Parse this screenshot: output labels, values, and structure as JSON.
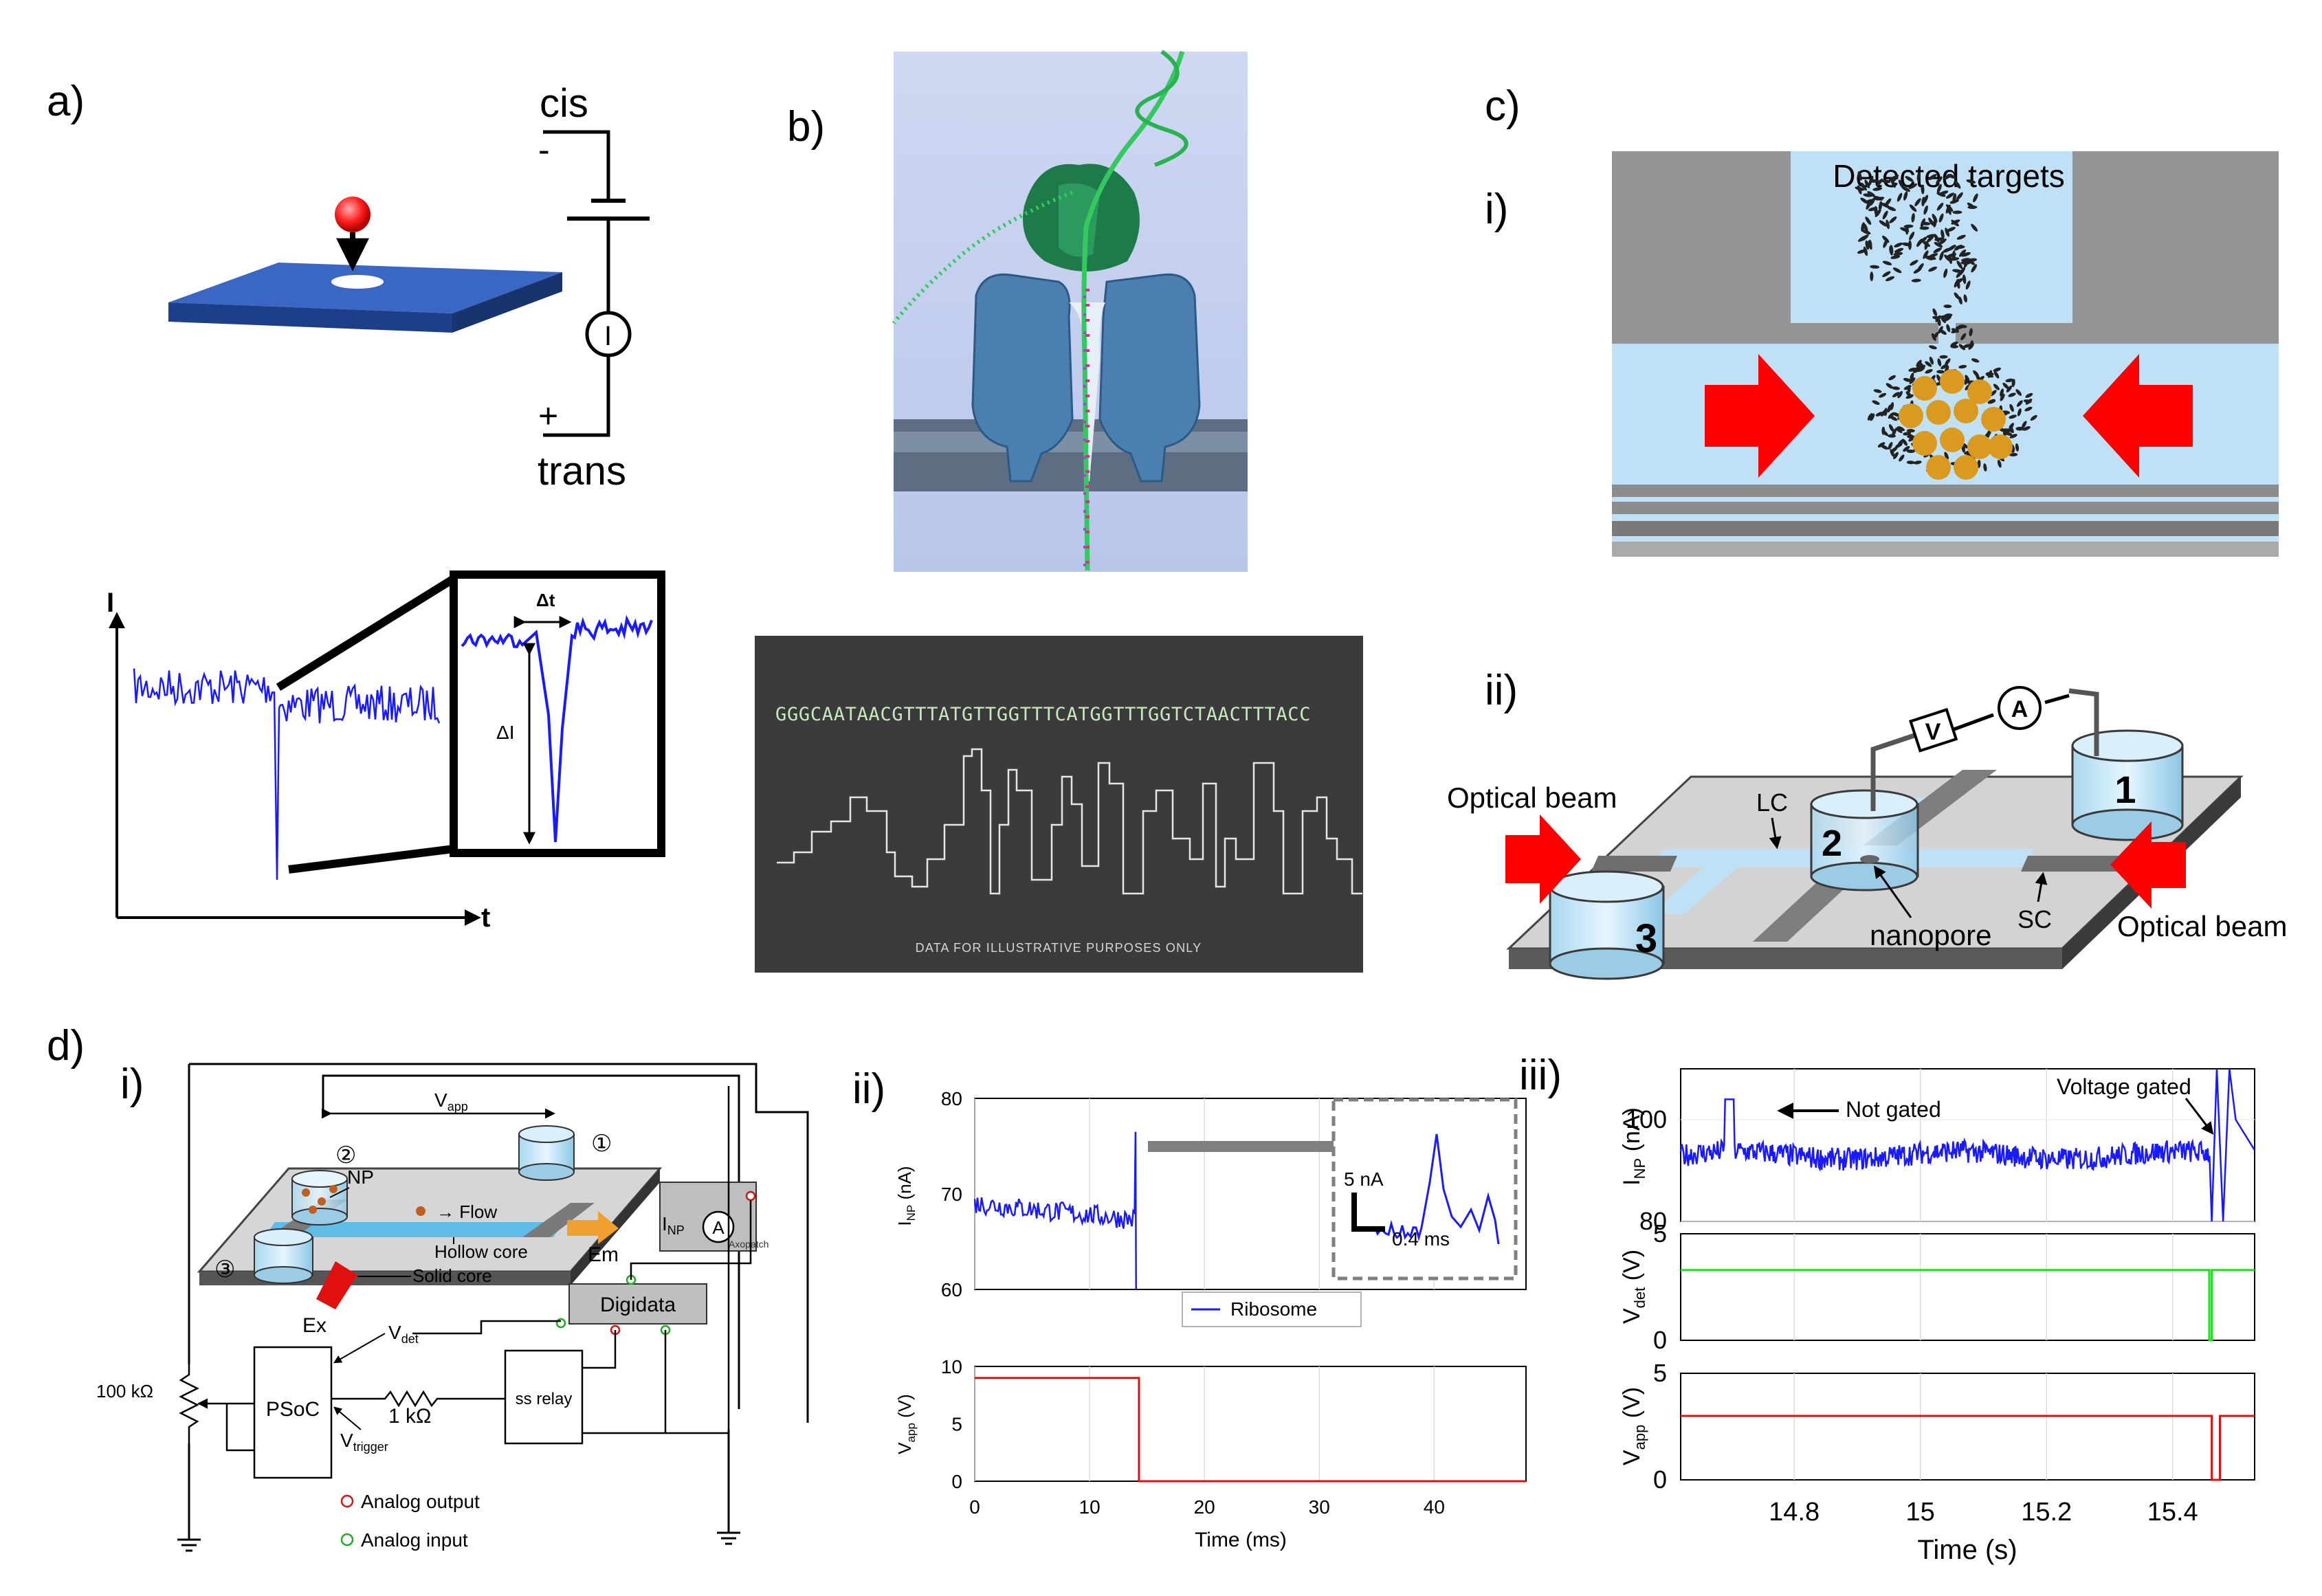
{
  "panel_labels": {
    "a": "a)",
    "b": "b)",
    "c": "c)",
    "c_i": "i)",
    "c_ii": "ii)",
    "d": "d)",
    "d_i": "i)",
    "d_ii": "ii)",
    "d_iii": "iii)"
  },
  "panel_a": {
    "cis": "cis",
    "trans": "trans",
    "minus": "-",
    "plus": "+",
    "meter": "I",
    "axis_y": "I",
    "axis_x": "t",
    "dt": "Δt",
    "di": "ΔI"
  },
  "panel_b": {
    "sequence": "GGGCAATAACGTTTATGTTGGTTTCATGGTTTGGTCTAACTTTACC",
    "disclaimer": "DATA FOR ILLUSTRATIVE PURPOSES ONLY"
  },
  "panel_c": {
    "detected_targets": "Detected targets",
    "optical_beam_left": "Optical beam",
    "optical_beam_right": "Optical beam",
    "lc": "LC",
    "sc": "SC",
    "nanopore": "nanopore",
    "reservoirs": [
      "1",
      "2",
      "3"
    ],
    "voltmeter": "V",
    "ammeter": "A"
  },
  "panel_d_i": {
    "v_app": "V",
    "v_app_sub": "app",
    "np": "NP",
    "flow": "Flow",
    "hollow_core": "Hollow core",
    "solid_core": "Solid core",
    "em": "Em",
    "ex": "Ex",
    "inp": "I",
    "inp_sub": "NP",
    "amp": "A",
    "axopatch": "Axopatch",
    "digidata": "Digidata",
    "vdet": "V",
    "vdet_sub": "det",
    "psoc": "PSoC",
    "resistor_small": "1 kΩ",
    "relay": "ss relay",
    "vtrigger": "V",
    "vtrigger_sub": "trigger",
    "pot": "100 kΩ",
    "legend_out": "Analog output",
    "legend_in": "Analog input",
    "reservoirs": [
      "①",
      "②",
      "③"
    ]
  },
  "panel_d_ii": {
    "ylabel_top": "I",
    "ylabel_top_sub": "NP",
    "ylabel_top_unit": " (nA)",
    "ylabel_bot": "V",
    "ylabel_bot_sub": "app",
    "ylabel_bot_unit": " (V)",
    "xlabel": "Time (ms)",
    "legend": "Ribosome",
    "scale_y": "5 nA",
    "scale_x": "0.4 ms",
    "yticks_top": [
      "80",
      "70",
      "60"
    ],
    "yticks_bot": [
      "10",
      "5",
      "0"
    ],
    "xticks": [
      "0",
      "10",
      "20",
      "30",
      "40"
    ]
  },
  "panel_d_iii": {
    "ylabel_1": "I",
    "ylabel_1_sub": "NP",
    "ylabel_1_unit": " (nA)",
    "ylabel_2": "V",
    "ylabel_2_sub": "det",
    "ylabel_2_unit": " (V)",
    "ylabel_3": "V",
    "ylabel_3_sub": "app",
    "ylabel_3_unit": " (V)",
    "xlabel": "Time (s)",
    "not_gated": "Not gated",
    "voltage_gated": "Voltage gated",
    "yticks_1": [
      "100",
      "80"
    ],
    "yticks_2": [
      "5",
      "0"
    ],
    "yticks_3": [
      "5",
      "0"
    ],
    "xticks": [
      "14.8",
      "15",
      "15.2",
      "15.4"
    ]
  },
  "colors": {
    "trace_blue": "#1a1aff",
    "trace_red": "#e01010",
    "trace_green": "#22dd22",
    "arrow_red": "#ff0000",
    "fluid_blue": "#bfe0f5",
    "chip_gray": "#9a9a9a"
  }
}
